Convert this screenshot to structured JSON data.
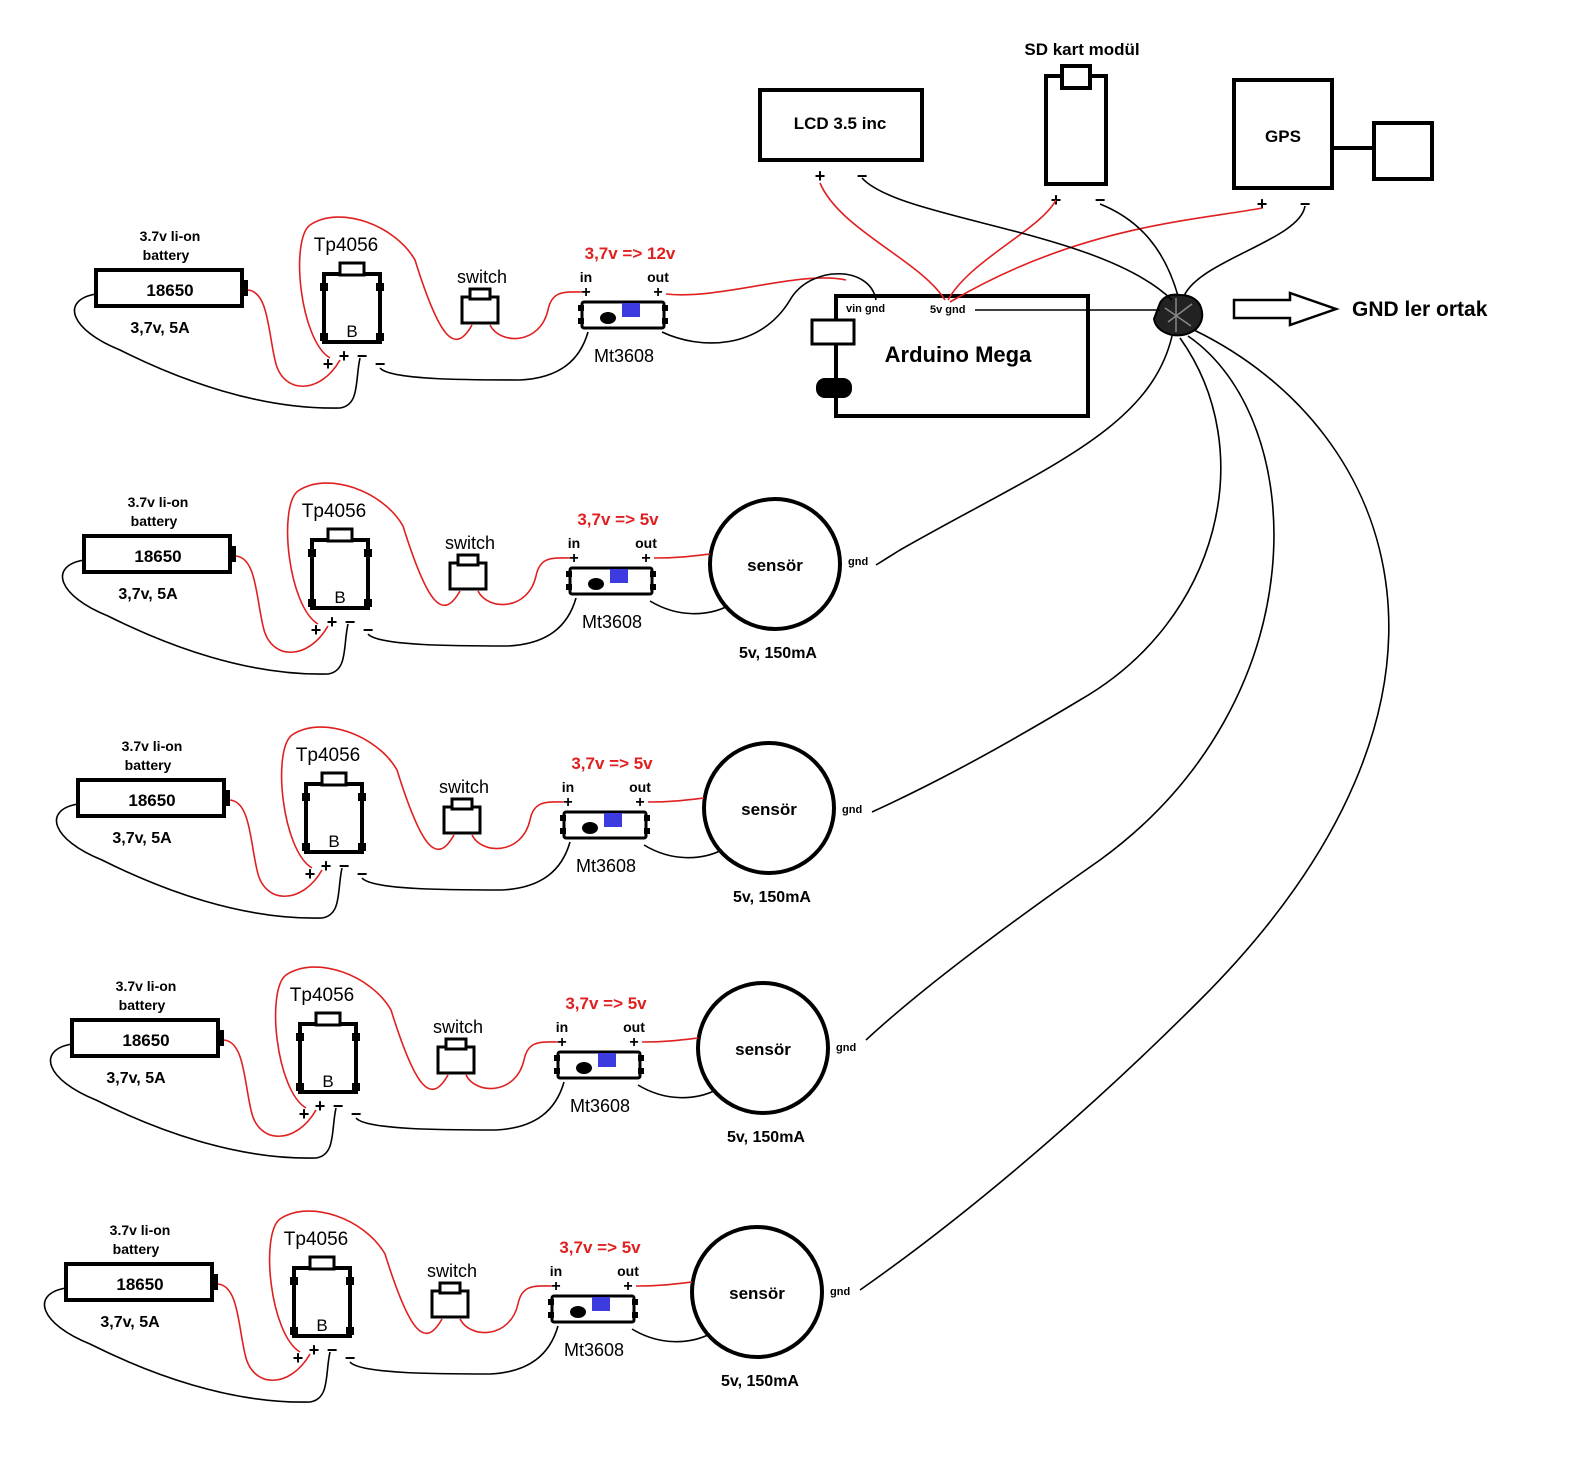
{
  "top": {
    "lcd_label": "LCD 3.5 inc",
    "sd_title": "SD kart modül",
    "gps_label": "GPS",
    "arduino_label": "Arduino Mega",
    "vin_gnd": "vin gnd",
    "v5_gnd": "5v  gnd",
    "gnd_common": "GND ler ortak",
    "plus": "+",
    "minus": "−"
  },
  "rows": [
    {
      "battery_title_1": "3.7v li-on",
      "battery_title_2": "battery",
      "cell": "18650",
      "battery_rating": "3,7v, 5A",
      "charger": "Tp4056",
      "charger_b": "B",
      "switch": "switch",
      "conversion": "3,7v => 12v",
      "in": "in",
      "out": "out",
      "booster": "Mt3608",
      "load": "",
      "load_gnd": "",
      "load_rating": ""
    },
    {
      "battery_title_1": "3.7v li-on",
      "battery_title_2": "battery",
      "cell": "18650",
      "battery_rating": "3,7v, 5A",
      "charger": "Tp4056",
      "charger_b": "B",
      "switch": "switch",
      "conversion": "3,7v => 5v",
      "in": "in",
      "out": "out",
      "booster": "Mt3608",
      "load": "sensör",
      "load_gnd": "gnd",
      "load_rating": "5v, 150mA"
    },
    {
      "battery_title_1": "3.7v li-on",
      "battery_title_2": "battery",
      "cell": "18650",
      "battery_rating": "3,7v, 5A",
      "charger": "Tp4056",
      "charger_b": "B",
      "switch": "switch",
      "conversion": "3,7v => 5v",
      "in": "in",
      "out": "out",
      "booster": "Mt3608",
      "load": "sensör",
      "load_gnd": "gnd",
      "load_rating": "5v, 150mA"
    },
    {
      "battery_title_1": "3.7v li-on",
      "battery_title_2": "battery",
      "cell": "18650",
      "battery_rating": "3,7v, 5A",
      "charger": "Tp4056",
      "charger_b": "B",
      "switch": "switch",
      "conversion": "3,7v => 5v",
      "in": "in",
      "out": "out",
      "booster": "Mt3608",
      "load": "sensör",
      "load_gnd": "gnd",
      "load_rating": "5v, 150mA"
    },
    {
      "battery_title_1": "3.7v li-on",
      "battery_title_2": "battery",
      "cell": "18650",
      "battery_rating": "3,7v, 5A",
      "charger": "Tp4056",
      "charger_b": "B",
      "switch": "switch",
      "conversion": "3,7v => 5v",
      "in": "in",
      "out": "out",
      "booster": "Mt3608",
      "load": "sensör",
      "load_gnd": "gnd",
      "load_rating": "5v, 150mA"
    }
  ]
}
